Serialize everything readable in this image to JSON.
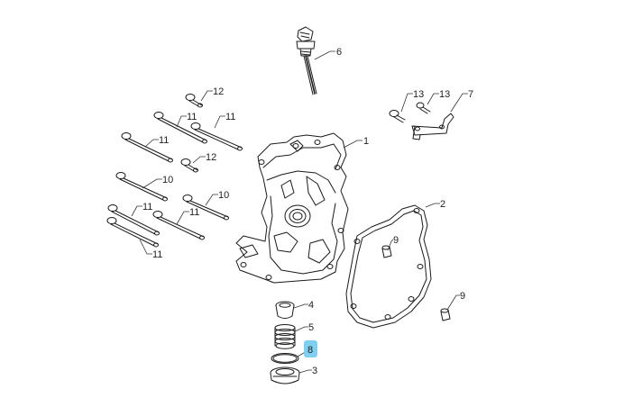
{
  "diagram": {
    "highlight_color": "#7fd0f0",
    "callouts": {
      "c1": "1",
      "c2": "2",
      "c3": "3",
      "c4": "4",
      "c5": "5",
      "c6": "6",
      "c7": "7",
      "c8": "8",
      "c9a": "9",
      "c9b": "9",
      "c10a": "10",
      "c10b": "10",
      "c11a": "11",
      "c11b": "11",
      "c11c": "11",
      "c11d": "11",
      "c11e": "11",
      "c11f": "11",
      "c12a": "12",
      "c12b": "12",
      "c13a": "13",
      "c13b": "13"
    }
  }
}
